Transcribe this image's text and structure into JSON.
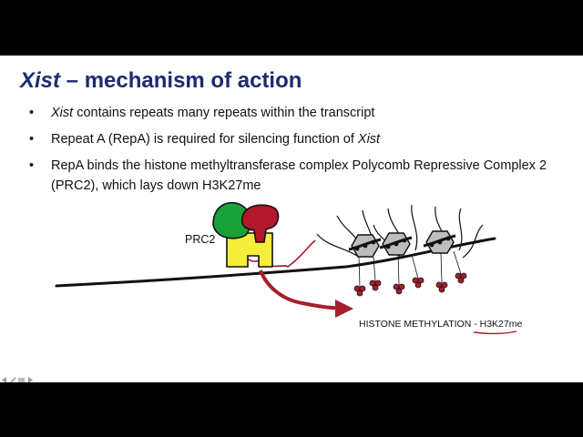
{
  "title": {
    "italic": "Xist",
    "rest": " – mechanism of action"
  },
  "bullets": [
    {
      "italic_lead": "Xist",
      "text": " contains repeats many repeats within the transcript"
    },
    {
      "text": "Repeat A (RepA) is required for silencing function of ",
      "italic_tail": "Xist"
    },
    {
      "text": "RepA binds the histone methyltransferase complex Polycomb Repressive Complex 2 (PRC2), which lays down H3K27me"
    }
  ],
  "diagram": {
    "prc2_label": "PRC2",
    "methylation_label": "HISTONE METHYLATION - ",
    "mark_label": "H3K27me",
    "colors": {
      "prc2_green": "#1aa13a",
      "prc2_red": "#b0172b",
      "prc2_yellow": "#f6ee3a",
      "methyl_mark": "#a4202a",
      "histone_fill": "#bdbdbd",
      "title_blue": "#1f2a6e"
    }
  },
  "player_controls": [
    "back-arrow-icon",
    "pen-icon",
    "menu-icon",
    "forward-arrow-icon"
  ]
}
